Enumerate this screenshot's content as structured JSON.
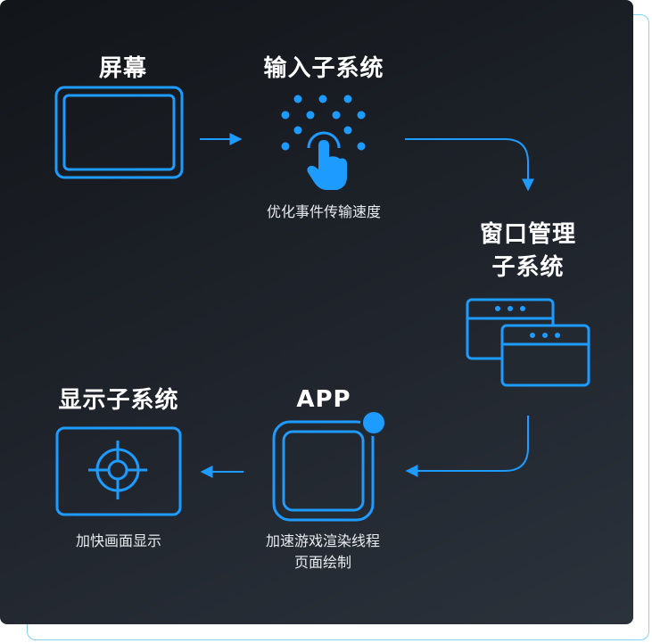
{
  "colors": {
    "accent": "#1e9bff",
    "text": "#ffffff",
    "border": "#7fd6ee"
  },
  "nodes": {
    "screen": {
      "title": "屏幕",
      "icon": "screen-icon"
    },
    "input": {
      "title": "输入子系统",
      "caption": "优化事件传输速度",
      "icon": "touch-icon"
    },
    "window": {
      "title_line1": "窗口管理",
      "title_line2": "子系统",
      "icon": "windows-icon"
    },
    "app": {
      "title": "APP",
      "caption_line1": "加速游戏渲染线程",
      "caption_line2": "页面绘制",
      "icon": "app-icon"
    },
    "display": {
      "title": "显示子系统",
      "caption": "加快画面显示",
      "icon": "crosshair-icon"
    }
  }
}
